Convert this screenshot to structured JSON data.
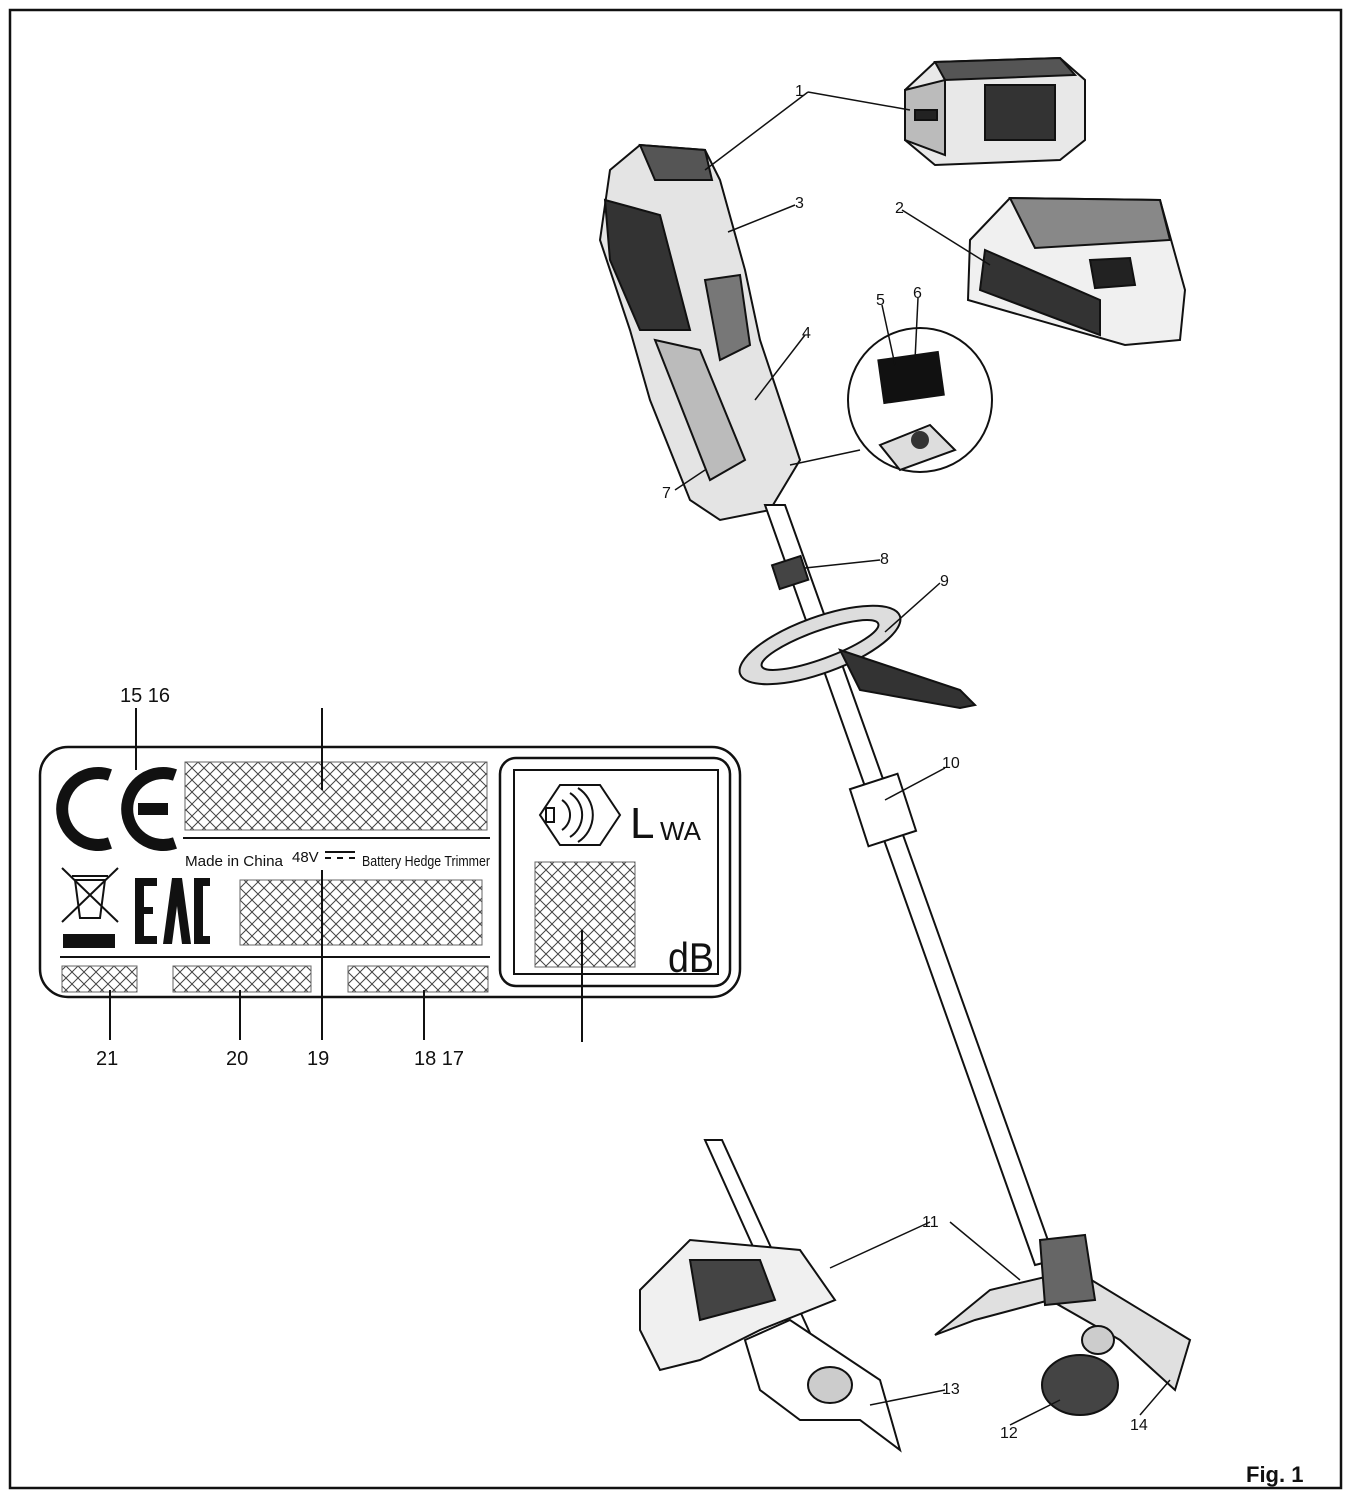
{
  "figure_label": "Fig. 1",
  "callouts": {
    "c1": "1",
    "c2": "2",
    "c3": "3",
    "c4": "4",
    "c5": "5",
    "c6": "6",
    "c7": "7",
    "c8": "8",
    "c9": "9",
    "c10": "10",
    "c11": "11",
    "c12": "12",
    "c13": "13",
    "c14": "14"
  },
  "label_callouts": {
    "c15_16": "15 16",
    "c21": "21",
    "c20": "20",
    "c19": "19",
    "c18_17": "18 17"
  },
  "rating_label": {
    "ce_mark": "CE",
    "eac_mark": "EAC",
    "made_in": "Made in China",
    "voltage": "48V",
    "product_name": "Battery Hedge Trimmer",
    "sound_symbol": "L",
    "sound_subscript": "WA",
    "sound_unit": "dB"
  }
}
